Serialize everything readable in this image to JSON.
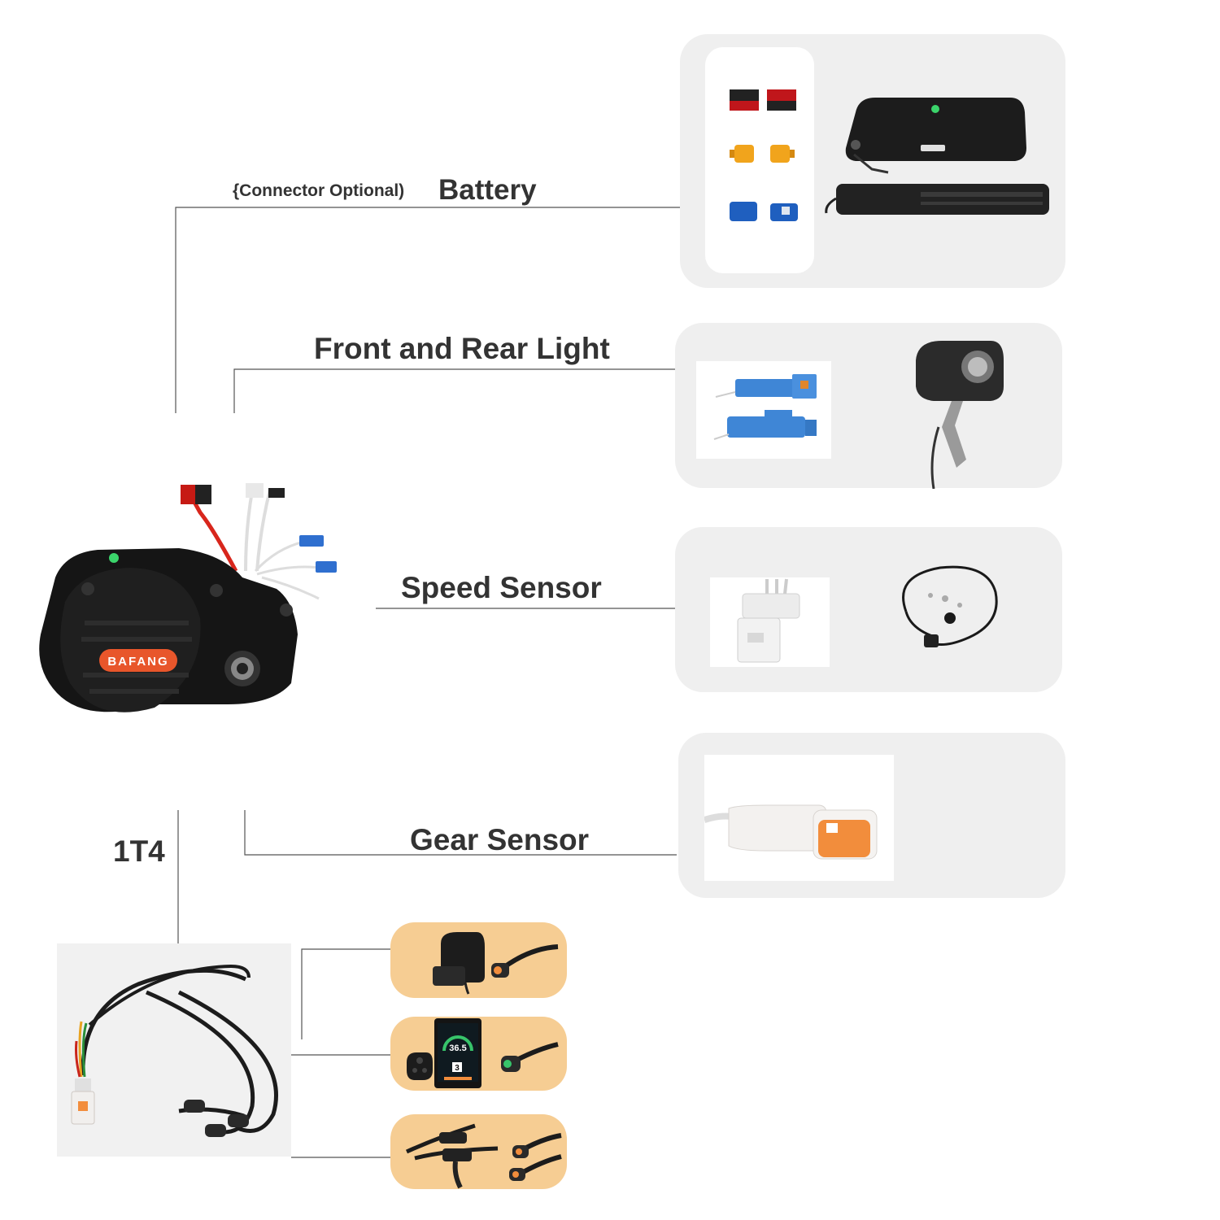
{
  "labels": {
    "battery_prefix": "{Connector Optional)",
    "battery": "Battery",
    "light": "Front and Rear Light",
    "speed": "Speed Sensor",
    "gear": "Gear Sensor",
    "harness": "1T4"
  },
  "motor": {
    "brand": "BAFANG"
  },
  "display": {
    "speed": "36.5",
    "gear": "3"
  },
  "colors": {
    "panel_bg": "#efefef",
    "accessory_bg": "#f6cd93",
    "line": "#555555",
    "text": "#333333",
    "motor_accent": "#e8562b"
  }
}
